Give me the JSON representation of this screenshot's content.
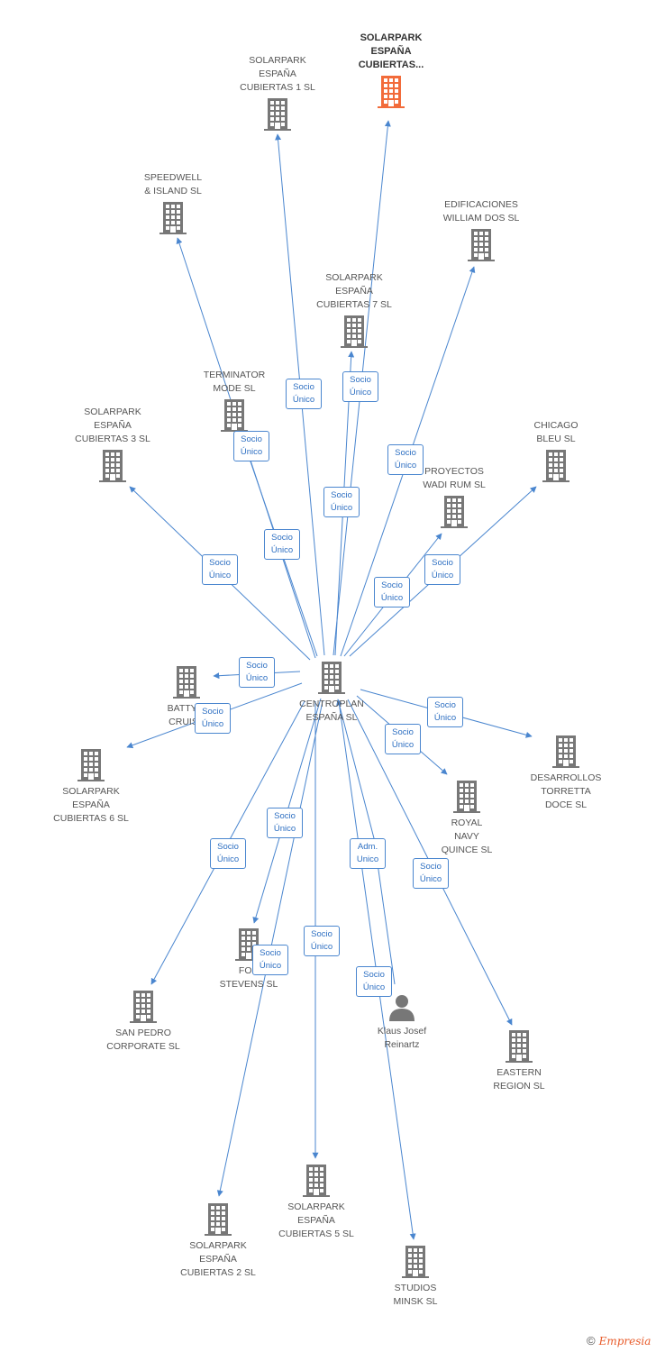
{
  "colors": {
    "node": "#777777",
    "highlight": "#f26b3a",
    "edge": "#4a86cf",
    "badge": "#2d6fc2"
  },
  "center": {
    "id": "centroplan",
    "label": "CENTROPLAN\nESPAÑA SL"
  },
  "nodes": [
    {
      "id": "sp_cub",
      "label": "SOLARPARK\nESPAÑA\nCUBIERTAS...",
      "kind": "company",
      "highlight": true
    },
    {
      "id": "sp1",
      "label": "SOLARPARK\nESPAÑA\nCUBIERTAS 1  SL",
      "kind": "company"
    },
    {
      "id": "speedwell",
      "label": "SPEEDWELL\n& ISLAND SL",
      "kind": "company"
    },
    {
      "id": "william",
      "label": "EDIFICACIONES\nWILLIAM DOS SL",
      "kind": "company"
    },
    {
      "id": "sp7",
      "label": "SOLARPARK\nESPAÑA\nCUBIERTAS 7 SL",
      "kind": "company"
    },
    {
      "id": "terminator",
      "label": "TERMINATOR\nMODE SL",
      "kind": "company"
    },
    {
      "id": "sp3",
      "label": "SOLARPARK\nESPAÑA\nCUBIERTAS 3 SL",
      "kind": "company"
    },
    {
      "id": "chicago",
      "label": "CHICAGO\nBLEU SL",
      "kind": "company"
    },
    {
      "id": "wadi",
      "label": "PROYECTOS\nWADI RUM SL",
      "kind": "company"
    },
    {
      "id": "batty",
      "label": "BATTY B\nCRUISE",
      "kind": "company"
    },
    {
      "id": "sp6",
      "label": "SOLARPARK\nESPAÑA\nCUBIERTAS 6 SL",
      "kind": "company"
    },
    {
      "id": "torretta",
      "label": "DESARROLLOS\nTORRETTA\nDOCE SL",
      "kind": "company"
    },
    {
      "id": "royal",
      "label": "ROYAL\nNAVY\nQUINCE SL",
      "kind": "company"
    },
    {
      "id": "fort",
      "label": "FOR\nSTEVENS SL",
      "kind": "company"
    },
    {
      "id": "sanpedro",
      "label": "SAN PEDRO\nCORPORATE SL",
      "kind": "company"
    },
    {
      "id": "klaus",
      "label": "Klaus Josef\nReinartz",
      "kind": "person"
    },
    {
      "id": "eastern",
      "label": "EASTERN\nREGION SL",
      "kind": "company"
    },
    {
      "id": "sp5",
      "label": "SOLARPARK\nESPAÑA\nCUBIERTAS 5 SL",
      "kind": "company"
    },
    {
      "id": "sp2",
      "label": "SOLARPARK\nESPAÑA\nCUBIERTAS 2 SL",
      "kind": "company"
    },
    {
      "id": "minsk",
      "label": "STUDIOS\nMINSK SL",
      "kind": "company"
    }
  ],
  "edges": [
    {
      "from": "centroplan",
      "to": "sp_cub",
      "l1": "Socio",
      "l2": "Único"
    },
    {
      "from": "centroplan",
      "to": "sp1",
      "l1": "Socio",
      "l2": "Único"
    },
    {
      "from": "centroplan",
      "to": "speedwell",
      "l1": "Socio",
      "l2": "Único"
    },
    {
      "from": "centroplan",
      "to": "william",
      "l1": "Socio",
      "l2": "Único"
    },
    {
      "from": "centroplan",
      "to": "sp7",
      "l1": "Socio",
      "l2": "Único"
    },
    {
      "from": "centroplan",
      "to": "terminator",
      "l1": "Socio",
      "l2": "Único"
    },
    {
      "from": "centroplan",
      "to": "sp3",
      "l1": "Socio",
      "l2": "Único"
    },
    {
      "from": "centroplan",
      "to": "chicago",
      "l1": "Socio",
      "l2": "Único"
    },
    {
      "from": "centroplan",
      "to": "wadi",
      "l1": "Socio",
      "l2": "Único"
    },
    {
      "from": "centroplan",
      "to": "batty",
      "l1": "Socio",
      "l2": "Único"
    },
    {
      "from": "centroplan",
      "to": "sp6",
      "l1": "Socio",
      "l2": "Único"
    },
    {
      "from": "centroplan",
      "to": "torretta",
      "l1": "Socio",
      "l2": "Único"
    },
    {
      "from": "centroplan",
      "to": "royal",
      "l1": "Socio",
      "l2": "Único"
    },
    {
      "from": "centroplan",
      "to": "fort",
      "l1": "Socio",
      "l2": "Único"
    },
    {
      "from": "centroplan",
      "to": "sanpedro",
      "l1": "Socio",
      "l2": "Único"
    },
    {
      "from": "klaus",
      "to": "centroplan",
      "l1": "Adm.",
      "l2": "Unico"
    },
    {
      "from": "centroplan",
      "to": "eastern",
      "l1": "Socio",
      "l2": "Único"
    },
    {
      "from": "centroplan",
      "to": "sp5",
      "l1": "Socio",
      "l2": "Único"
    },
    {
      "from": "centroplan",
      "to": "sp2",
      "l1": "Socio",
      "l2": "Único"
    },
    {
      "from": "centroplan",
      "to": "minsk",
      "l1": "Socio",
      "l2": "Único"
    }
  ],
  "footer": {
    "copyright": "©",
    "brand": "Empresia"
  }
}
